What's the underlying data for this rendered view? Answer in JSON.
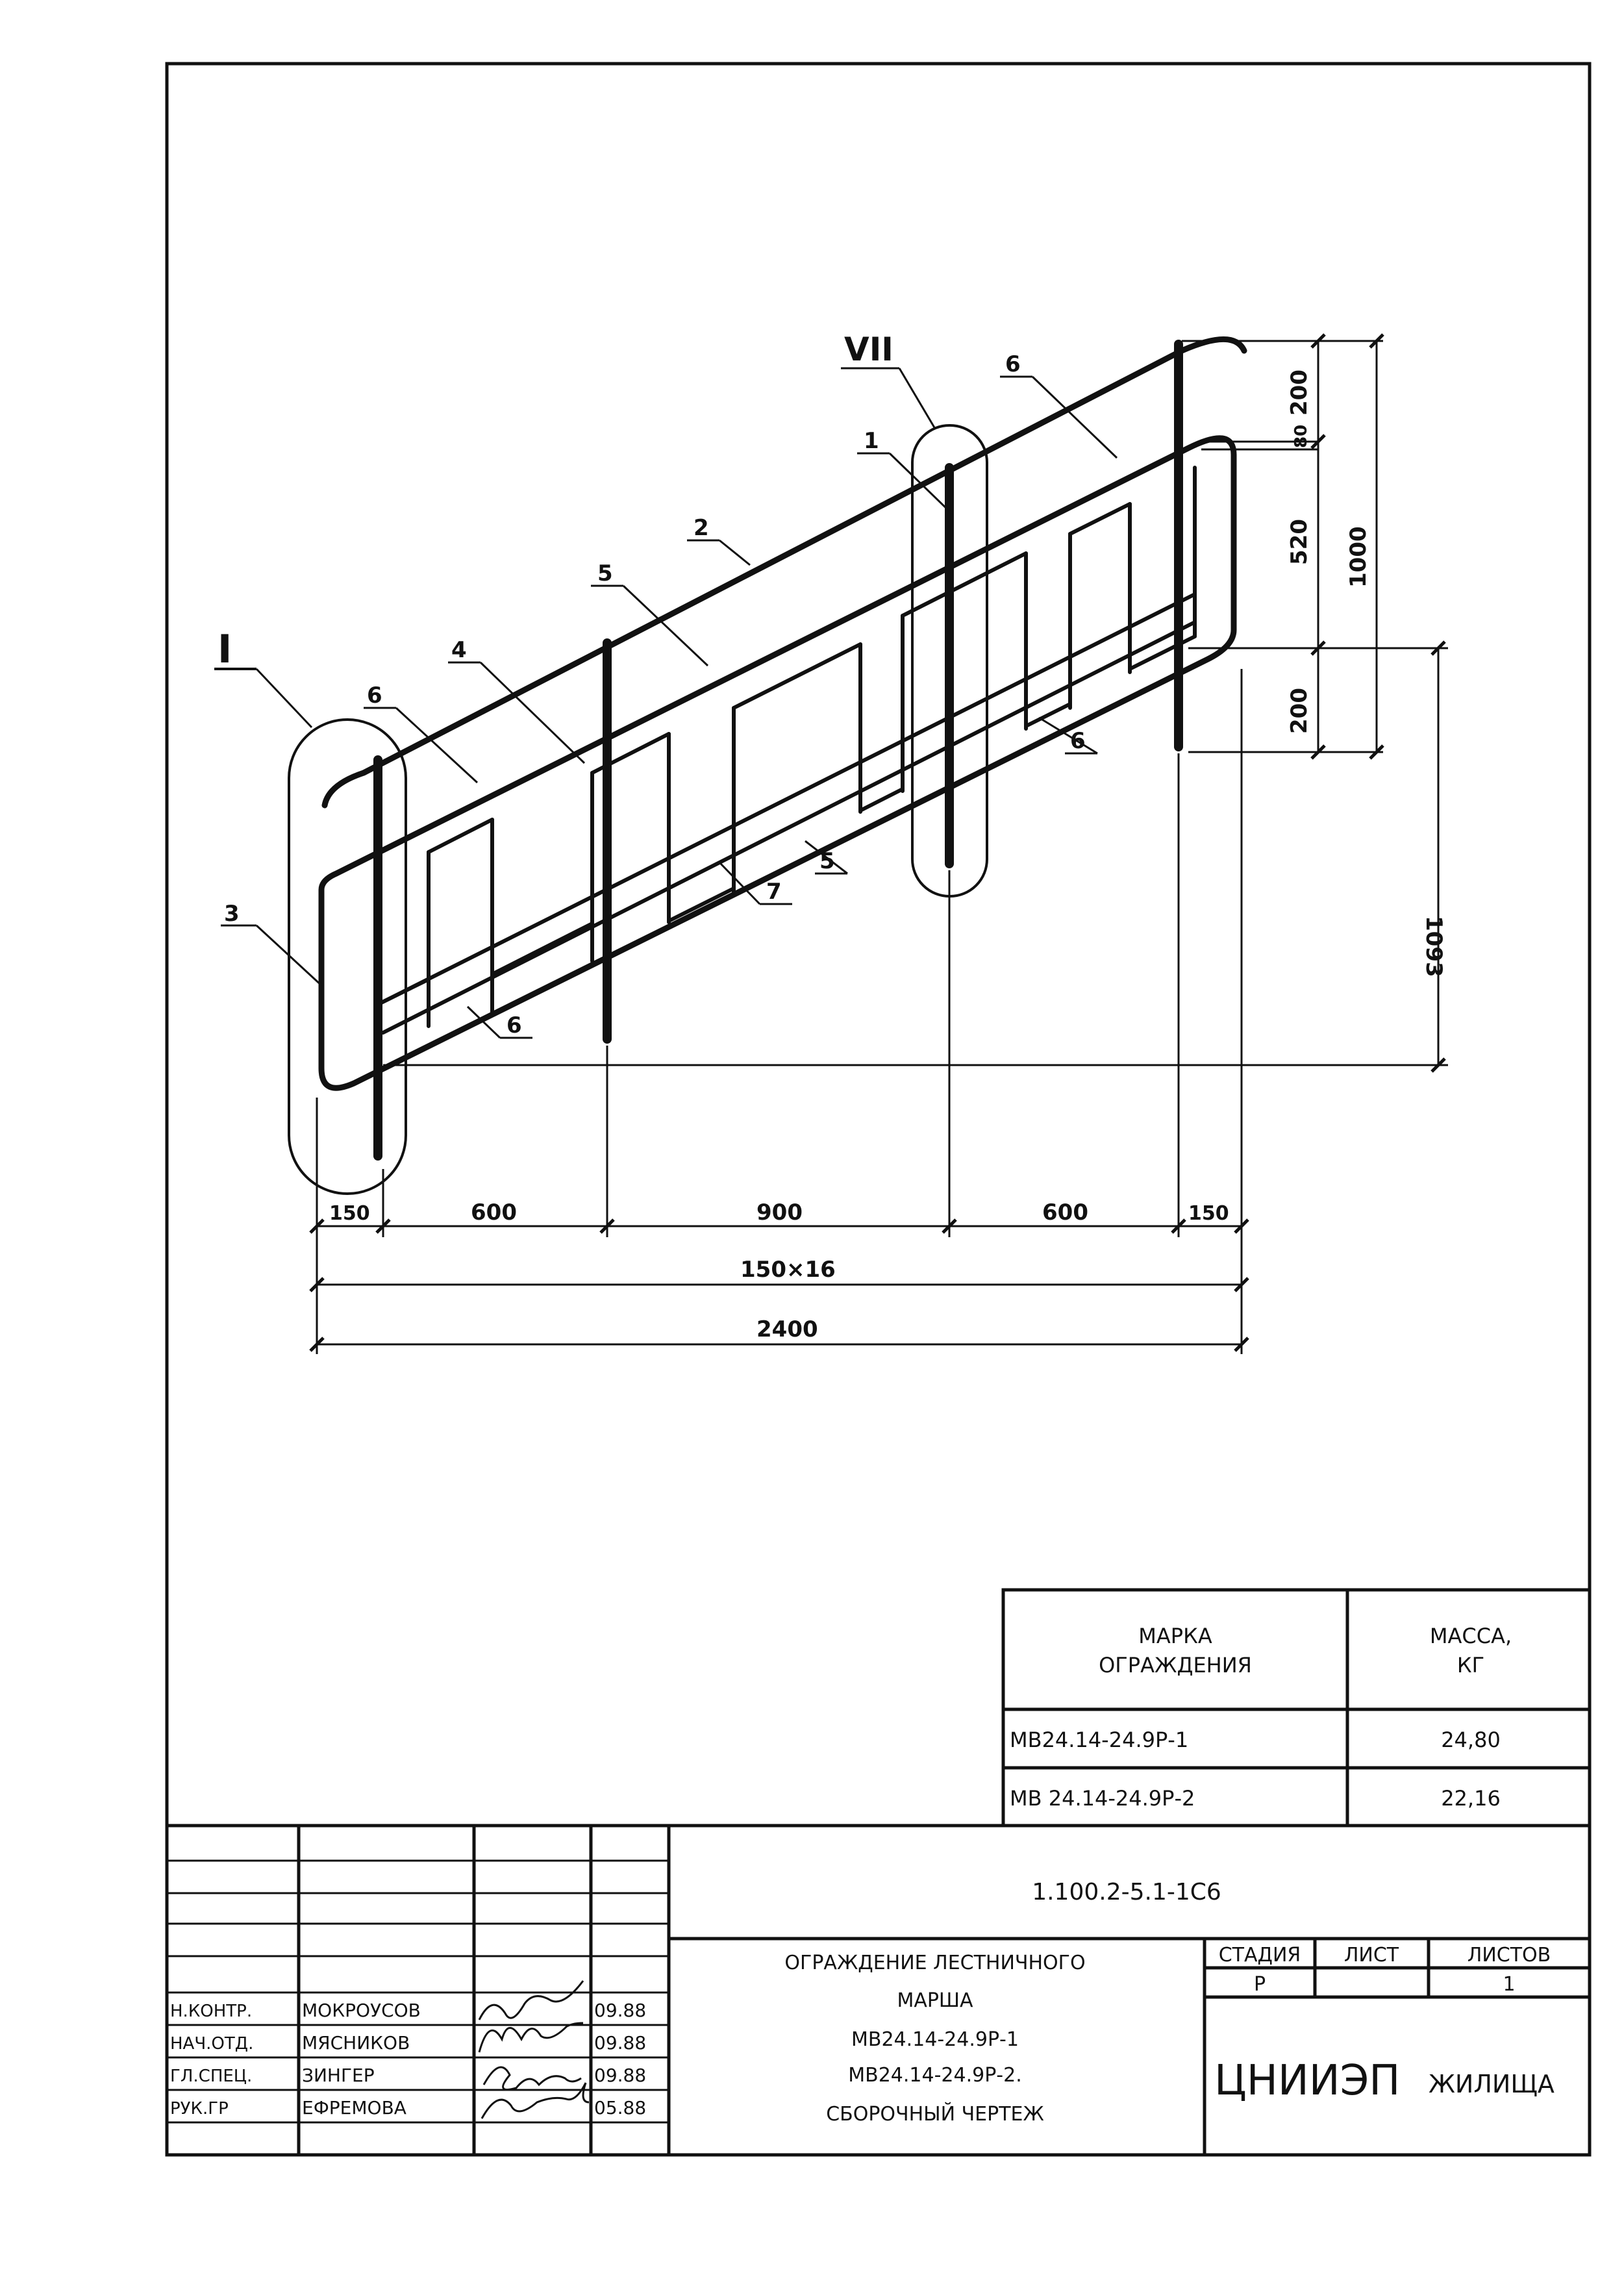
{
  "drawing": {
    "views": {
      "left_view": "I",
      "right_view": "VII"
    },
    "positions": {
      "p1": "1",
      "p2": "2",
      "p3": "3",
      "p4": "4",
      "p5a": "5",
      "p5b": "5",
      "p6a": "6",
      "p6b": "6",
      "p6c": "6",
      "p6d": "6",
      "p7": "7"
    },
    "dims_vertical": {
      "d200_top": "200",
      "d80": "80",
      "d520": "520",
      "d200_bot": "200",
      "d1000": "1000",
      "d1093": "1093"
    },
    "dims_horizontal": {
      "d150_left": "150",
      "d600_left": "600",
      "d900": "900",
      "d600_right": "600",
      "d150_right": "150",
      "d150x16": "150×16",
      "d2400": "2400"
    }
  },
  "mass_table": {
    "header_mark": "МАРКА\nОГРАЖДЕНИЯ",
    "header_mark_l1": "МАРКА",
    "header_mark_l2": "ОГРАЖДЕНИЯ",
    "header_mass_l1": "МАССА,",
    "header_mass_l2": "КГ",
    "rows": [
      {
        "mark": "МВ24.14-24.9Р-1",
        "mass": "24,80"
      },
      {
        "mark": "МВ 24.14-24.9Р-2",
        "mass": "22,16"
      }
    ]
  },
  "title_block": {
    "doc_code": "1.100.2-5.1-1С6",
    "title_lines": [
      "ОГРАЖДЕНИЕ ЛЕСТНИЧНОГО",
      "МАРША",
      "МВ24.14-24.9Р-1",
      "МВ24.14-24.9Р-2.",
      "СБОРОЧНЫЙ ЧЕРТЕЖ"
    ],
    "stage_label": "СТАДИЯ",
    "sheet_label": "ЛИСТ",
    "sheets_label": "ЛИСТОВ",
    "stage": "Р",
    "sheet": "",
    "sheets": "1",
    "org": "ЦНИИЭП",
    "org_suffix": "ЖИЛИЩА",
    "people": [
      {
        "role": "Н.КОНТР.",
        "name": "МОКРОУСОВ",
        "date": "09.88"
      },
      {
        "role": "НАЧ.ОТД.",
        "name": "МЯСНИКОВ",
        "date": "09.88"
      },
      {
        "role": "ГЛ.СПЕЦ.",
        "name": "ЗИНГЕР",
        "date": "09.88"
      },
      {
        "role": "РУК.ГР",
        "name": "ЕФРЕМОВА",
        "date": "05.88"
      }
    ]
  }
}
